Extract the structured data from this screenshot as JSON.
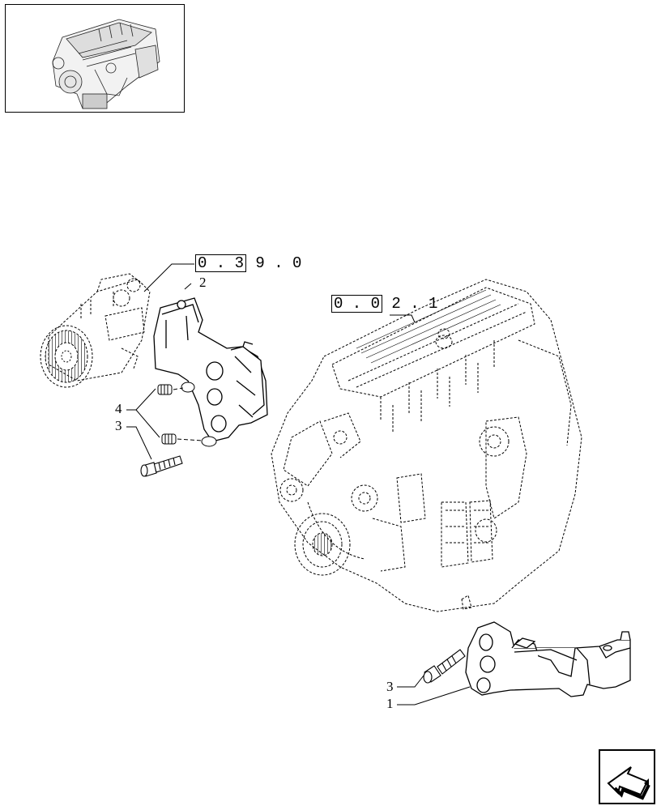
{
  "thumbnail": {
    "icon": "engine-thumbnail-icon"
  },
  "refs": {
    "upper_left": {
      "boxed": "0 . 3",
      "rest": "9 . 0"
    },
    "engine": {
      "boxed": "0 . 0",
      "rest": "2 . 1"
    }
  },
  "callouts": {
    "c2": "2",
    "c4": "4",
    "c3_upper": "3",
    "c3_lower": "3",
    "c1": "1"
  },
  "nav": {
    "icon": "next-page-arrow-icon"
  }
}
